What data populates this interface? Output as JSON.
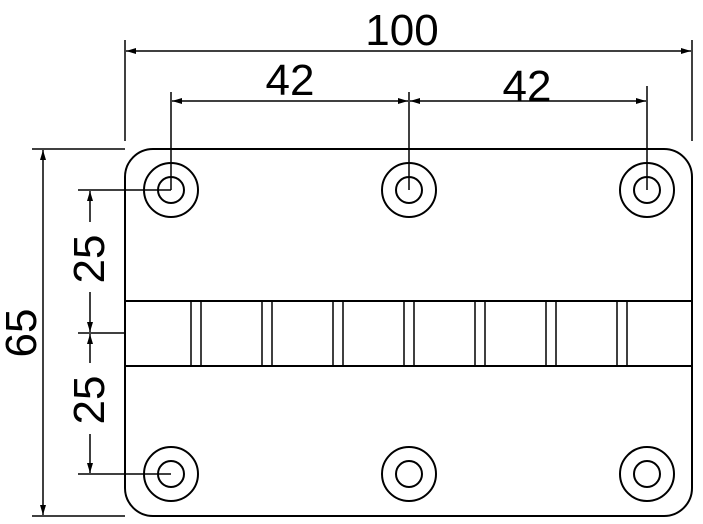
{
  "dimensions": {
    "overall_width": "100",
    "hole_spacing_left": "42",
    "hole_spacing_right": "42",
    "overall_height": "65",
    "hole_offset_top": "25",
    "hole_offset_bottom": "25"
  }
}
